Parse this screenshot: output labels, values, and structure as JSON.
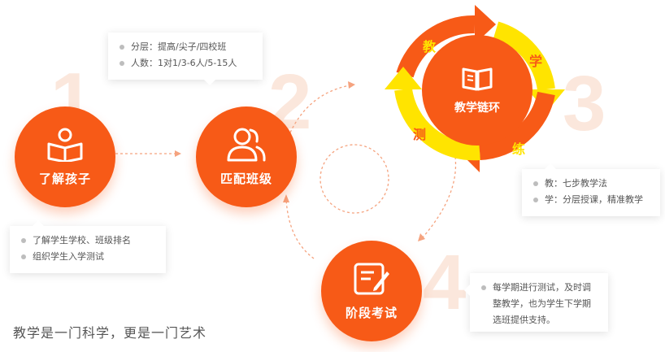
{
  "steps": [
    {
      "number": "1",
      "label": "了解孩子"
    },
    {
      "number": "2",
      "label": "匹配班级"
    },
    {
      "number": "3",
      "label": ""
    },
    {
      "number": "4",
      "label": "阶段考试"
    }
  ],
  "cycle": {
    "title": "教学链环",
    "words": {
      "teach": "教",
      "learn": "学",
      "practice": "练",
      "test": "测"
    }
  },
  "cards": {
    "understand": [
      "了解学生学校、班级排名",
      "组织学生入学测试"
    ],
    "match": [
      "分层：提高/尖子/四校班",
      "人数：1对1/3-6人/5-15人"
    ],
    "cycle": [
      "教：七步教学法",
      "学：分层授课，精准教学"
    ],
    "exam": "每学期进行测试，及时调整教学，也为学生下学期选班提供支持。"
  },
  "tagline": "教学是一门科学，更是一门艺术",
  "icons": {
    "step1": "child-reading-icon",
    "step2": "users-icon",
    "step3": "book-icon",
    "step4": "edit-document-icon"
  },
  "colors": {
    "primary": "#f75a17",
    "accent_yellow": "#ffe400",
    "dashed": "#f5a37f",
    "big_number": "#fbe7dc"
  }
}
